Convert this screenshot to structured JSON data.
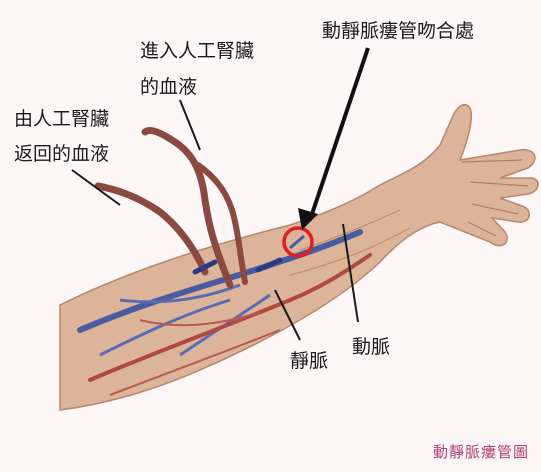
{
  "labels": {
    "into_machine_line1": "進入人工腎臟",
    "into_machine_line2": "的血液",
    "return_line1": "由人工腎臟",
    "return_line2": "返回的血液",
    "fistula": "動靜脈瘻管吻合處",
    "vein": "靜脈",
    "artery": "動脈"
  },
  "caption": "動靜脈瘻管圖",
  "colors": {
    "skin": "#d9b49c",
    "vein": "#4a5ca0",
    "artery": "#b04a40",
    "tube": "#8a4a40",
    "highlight": "#e02020",
    "caption": "#b0407a"
  }
}
